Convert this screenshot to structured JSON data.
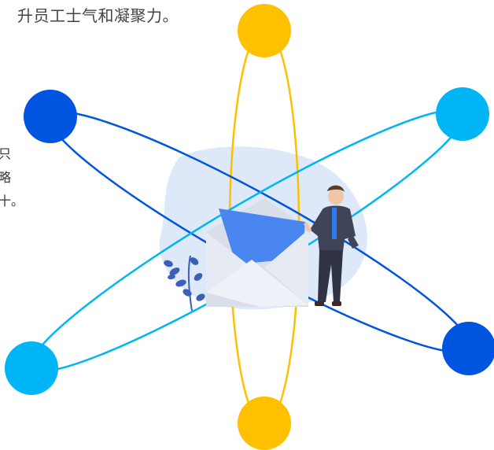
{
  "texts": {
    "top_line": "升员工士气和凝聚力。",
    "left_frag_1": "只",
    "left_frag_2": "略",
    "left_frag_3": "十。"
  },
  "colors": {
    "gold": "#FFC000",
    "dark_blue": "#0055E0",
    "light_blue": "#00B5F5",
    "blob": "#DDE8F8",
    "envelope_blue": "#4A86F0",
    "envelope_body": "#E8ECF4",
    "suit": "#404458",
    "plant": "#3B5FB5"
  },
  "illustration": {
    "icon": "man-with-envelope-illustration"
  }
}
